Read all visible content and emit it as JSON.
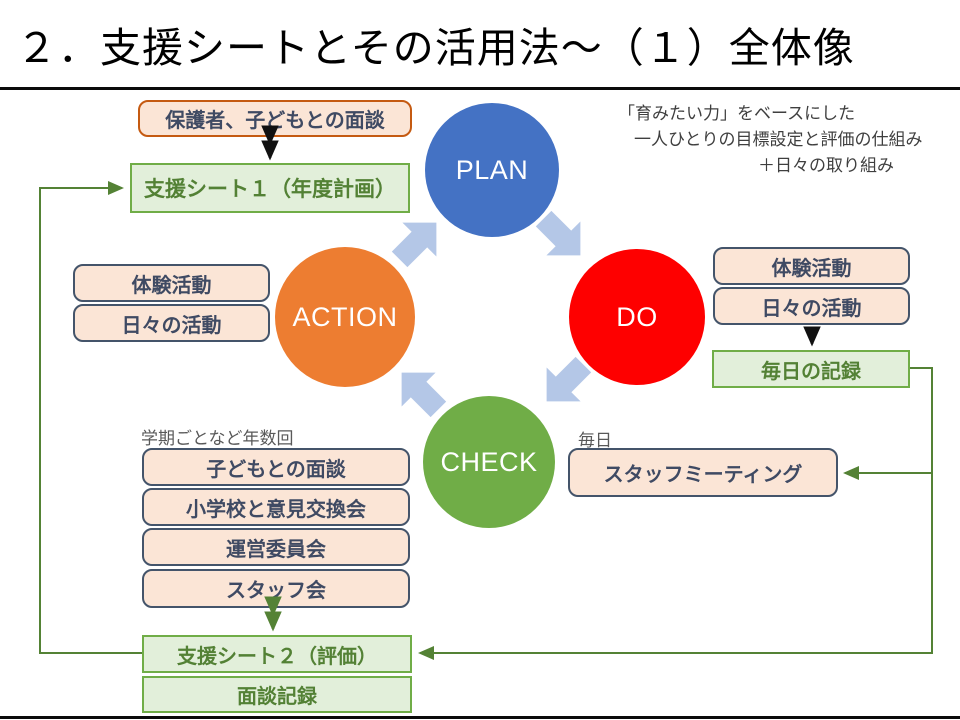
{
  "slide": {
    "title": "２．支援シートとその活用法～（１）全体像",
    "annotation": [
      "「育みたい力」をベースにした",
      "一人ひとりの目標設定と評価の仕組み",
      "＋日々の取り組み"
    ]
  },
  "cycle": {
    "plan": "PLAN",
    "do": "DO",
    "check": "CHECK",
    "action": "ACTION"
  },
  "plan_area": {
    "interview": "保護者、子どもとの面談",
    "sheet1": "支援シート１（年度計画）"
  },
  "do_area": {
    "experience": "体験活動",
    "daily_activity": "日々の活動",
    "daily_record": "毎日の記録"
  },
  "action_area": {
    "experience": "体験活動",
    "daily_activity": "日々の活動"
  },
  "check_area": {
    "label_frequency": "学期ごとなど年数回",
    "child_interview": "子どもとの面談",
    "school_exchange": "小学校と意見交換会",
    "steering_committee": "運営委員会",
    "staff_meeting_box": "スタッフ会",
    "label_daily": "毎日",
    "staff_meeting": "スタッフミーティング",
    "sheet2": "支援シート２（評価）",
    "interview_record": "面談記録"
  },
  "colors": {
    "plan_circle": "#4472C4",
    "do_circle": "#FE0000",
    "check_circle": "#70AD47",
    "action_circle": "#ED7D31",
    "cycle_arrow": "#B4C7E7",
    "connector_green": "#548235",
    "peach_fill": "#FBE5D6",
    "peach_border_blue": "#44546A",
    "peach_border_orange": "#C55A11",
    "green_fill": "#E2EFDA",
    "green_border": "#70AD47",
    "green_text": "#538135"
  }
}
